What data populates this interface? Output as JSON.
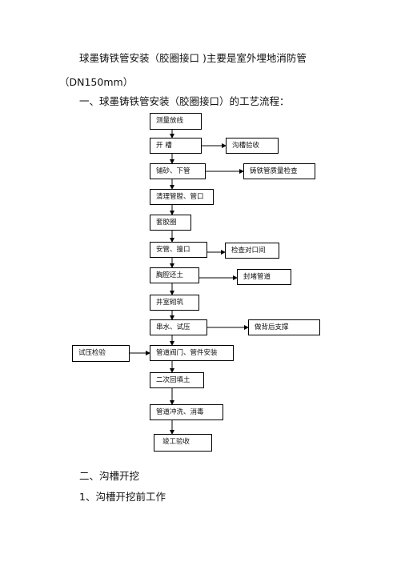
{
  "title": {
    "line1": "球墨铸铁管安装（胶圈接口  )主要是室外埋地消防管",
    "line2": "（DN150mm）"
  },
  "section1": "一、球墨铸铁管安装（胶圈接口）的工艺流程：",
  "flow": {
    "main": [
      "测量放线",
      "开          槽",
      "铺砂、下管",
      "清理管膛、管口",
      "套胶圈",
      "安管、撞口",
      "胸腔还土",
      "井室砌筑",
      "串水、试压",
      "管道阀门、管件安装",
      "二次回填土",
      "管道冲洗、消毒",
      "竣工验收"
    ],
    "side": {
      "trench_check": "沟槽验收",
      "pipe_quality": "铸铁管质量检查",
      "gap_check": "检查对口间",
      "seal_pipe": "封堵管道",
      "back_support": "做背后支撑",
      "pressure_test_check": "试压检验"
    }
  },
  "section2": "二、沟槽开挖",
  "section2_1": "1、沟槽开挖前工作"
}
